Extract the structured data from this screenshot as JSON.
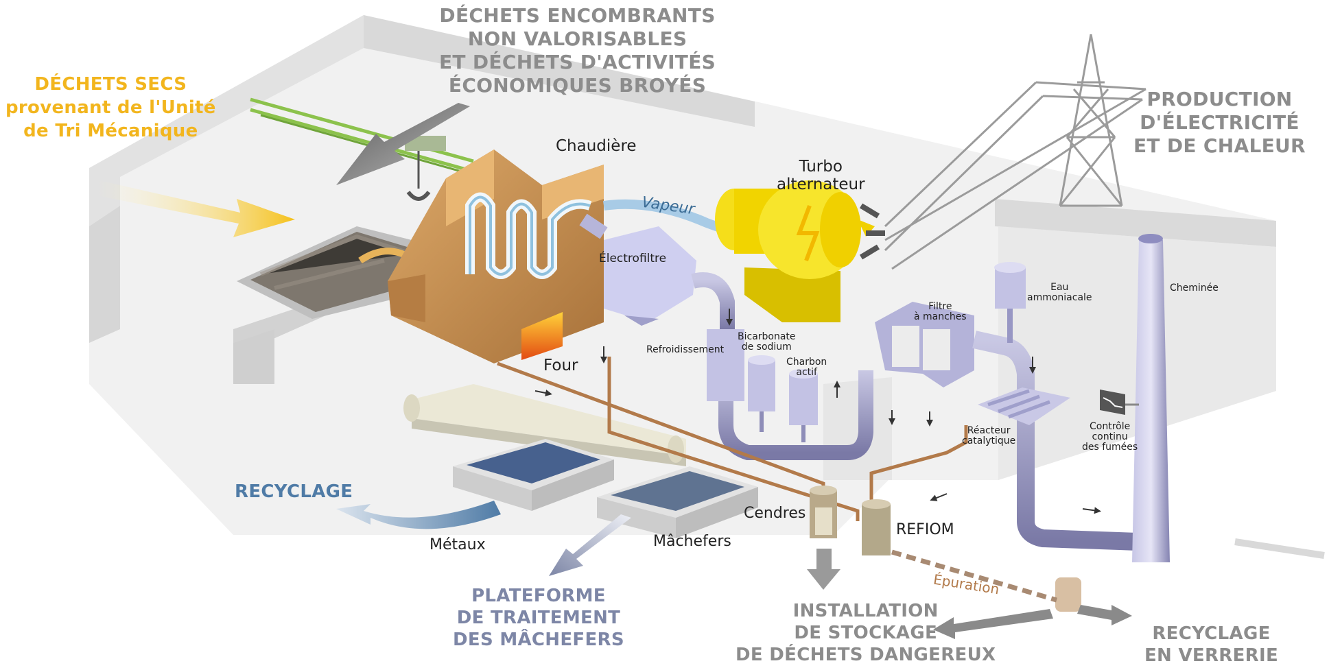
{
  "labels": {
    "dechets_encombrants": "DÉCHETS ENCOMBRANTS\nNON VALORISABLES\nET DÉCHETS D'ACTIVITÉS\nÉCONOMIQUES BROYÉS",
    "dechets_secs": "DÉCHETS SECS\nprovenant de l'Unité\nde Tri Mécanique",
    "production": "PRODUCTION\nD'ÉLECTRICITÉ\nET DE CHALEUR",
    "chaudiere": "Chaudière",
    "turbo": "Turbo\nalternateur",
    "vapeur": "Vapeur",
    "electrofiltre": "Électrofiltre",
    "four": "Four",
    "refroidissement": "Refroidissement",
    "bicarbonate": "Bicarbonate\nde sodium",
    "charbon": "Charbon\nactif",
    "filtre": "Filtre\nà manches",
    "eau": "Eau\nammoniacale",
    "cheminee": "Cheminée",
    "reacteur": "Réacteur\ncatalytique",
    "controle": "Contrôle\ncontinu\ndes fumées",
    "recyclage": "RECYCLAGE",
    "metaux": "Métaux",
    "machefers": "Mâchefers",
    "cendres": "Cendres",
    "refiom": "REFIOM",
    "epuration": "Épuration",
    "plateforme": "PLATEFORME\nDE TRAITEMENT\nDES MÂCHEFERS",
    "installation": "INSTALLATION\nDE STOCKAGE\nDE DÉCHETS DANGEREUX",
    "recyclage_verrerie": "RECYCLAGE\nEN VERRERIE"
  },
  "colors": {
    "accent_yellow": "#f2b51d",
    "recycling_blue": "#4f7ba6",
    "slate": "#7d86a6",
    "label_gray": "#8c8c8c",
    "boiler": "#c8904f",
    "turbine": "#f1d400",
    "pipe": "#9d9cc4",
    "ash_pipe": "#b27a4a"
  }
}
